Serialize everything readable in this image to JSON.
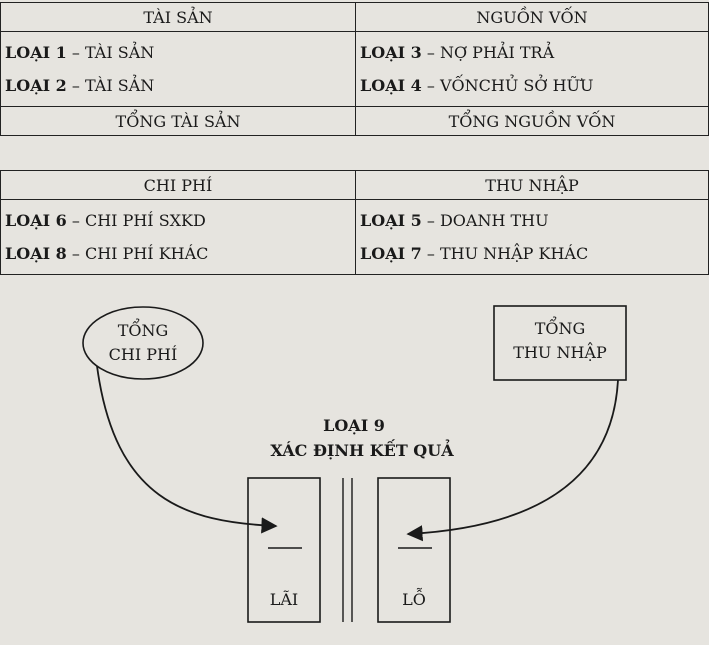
{
  "balance_sheet": {
    "assets_header": "TÀI SẢN",
    "sources_header": "NGUỒN VỐN",
    "assets_rows": [
      {
        "code": "LOẠI 1",
        "sep": " – ",
        "label": "TÀI SẢN"
      },
      {
        "code": "LOẠI 2",
        "sep": " – ",
        "label": "TÀI SẢN"
      }
    ],
    "sources_rows": [
      {
        "code": "LOẠI 3",
        "sep": " – ",
        "label": "NỢ PHẢI TRẢ"
      },
      {
        "code": "LOẠI 4",
        "sep": " – ",
        "label": "VỐNCHỦ SỞ HỮU"
      }
    ],
    "assets_total": "TỔNG TÀI SẢN",
    "sources_total": "TỔNG NGUỒN VỐN"
  },
  "income_table": {
    "expenses_header": "CHI PHÍ",
    "income_header": "THU NHẬP",
    "expenses_rows": [
      {
        "code": "LOẠI 6",
        "sep": " – ",
        "label": "CHI PHÍ SXKD"
      },
      {
        "code": "LOẠI 8",
        "sep": " – ",
        "label": "CHI PHÍ KHÁC"
      }
    ],
    "income_rows": [
      {
        "code": "LOẠI 5",
        "sep": " – ",
        "label": "DOANH THU"
      },
      {
        "code": "LOẠI 7",
        "sep": " – ",
        "label": "THU NHẬP KHÁC"
      }
    ]
  },
  "diagram": {
    "total_expenses_line1": "TỔNG",
    "total_expenses_line2": "CHI PHÍ",
    "total_income_line1": "TỔNG",
    "total_income_line2": "THU NHẬP",
    "class9_title": "LOẠI 9",
    "class9_subtitle": "XÁC ĐỊNH KẾT QUẢ",
    "profit_label": "LÃI",
    "loss_label": "LỖ"
  }
}
